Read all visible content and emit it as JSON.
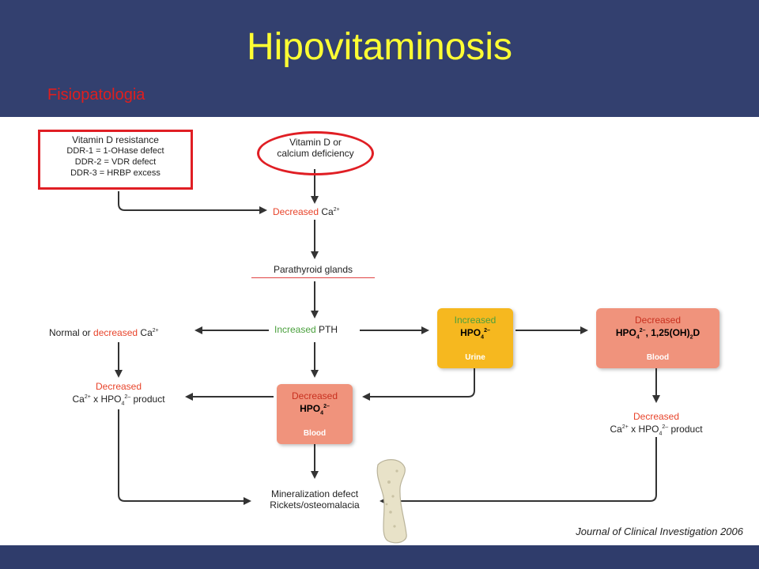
{
  "slide": {
    "title": "Hipovitaminosis",
    "subtitle": "Fisiopatologia",
    "citation": "Journal of Clinical Investigation 2006"
  },
  "colors": {
    "header_bg": "#33406f",
    "title": "#ffff33",
    "subtitle": "#e01e1e",
    "highlight": "#e01e24",
    "box_salmon": "#f0937c",
    "box_yellow": "#f6b81f",
    "text_red": "#e8442b",
    "text_green": "#4aa03d"
  },
  "diagram": {
    "vitd_resistance": {
      "title": "Vitamin D resistance",
      "lines": [
        "DDR-1 = 1-OHase defect",
        "DDR-2 = VDR defect",
        "DDR-3 = HRBP excess"
      ]
    },
    "vitd_deficiency": {
      "line1": "Vitamin D or",
      "line2": "calcium deficiency"
    },
    "decreased_ca": {
      "word": "Decreased",
      "text": "Ca",
      "sup": "2+"
    },
    "parathyroid": "Parathyroid glands",
    "increased_pth": {
      "word": "Increased",
      "text": "PTH"
    },
    "normal_ca": {
      "prefix": "Normal or",
      "word": "decreased",
      "text": "Ca",
      "sup": "2+"
    },
    "urine_box": {
      "word": "Increased",
      "text": "HPO",
      "sub": "4",
      "sup": "2–",
      "foot": "Urine"
    },
    "blood_box_right": {
      "word": "Decreased",
      "text_a": "HPO",
      "sub_a": "4",
      "sup_a": "2–",
      "text_b": ", 1,25(OH)",
      "sub_b": "2",
      "text_c": "D",
      "foot": "Blood"
    },
    "blood_box_center": {
      "word": "Decreased",
      "text": "HPO",
      "sub": "4",
      "sup": "2–",
      "foot": "Blood"
    },
    "product_left": {
      "word": "Decreased",
      "ca": "Ca",
      "ca_sup": "2+",
      "x": " x HPO",
      "sub": "4",
      "sup": "2–",
      "suffix": " product"
    },
    "product_right": {
      "word": "Decreased",
      "ca": "Ca",
      "ca_sup": "2+",
      "x": " x HPO",
      "sub": "4",
      "sup": "2–",
      "suffix": " product"
    },
    "mineralization": {
      "line1": "Mineralization defect",
      "line2": "Rickets/osteomalacia"
    }
  }
}
